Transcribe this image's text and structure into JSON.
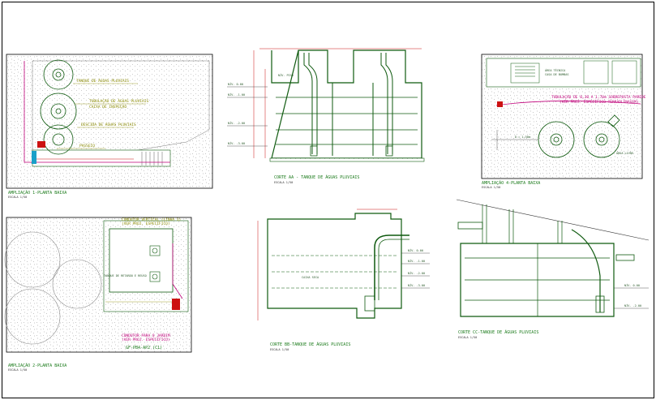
{
  "colors": {
    "background": "#ffffff",
    "frame": "#000000",
    "structure": "#0f5a0f",
    "hatch": "#9a9a9a",
    "magenta": "#c0007a",
    "red": "#cc1111",
    "yellow_green": "#8a8a00",
    "cyan": "#1aa0c8"
  },
  "panels": {
    "amp1": {
      "title": "AMPLIAÇÃO 1-PLANTA BAIXA",
      "subtitle": "ESCALA 1/50",
      "notes": [
        "TANQUE DE ÁGUAS PLUVIAIS",
        "TUBULAÇÃO DE ÁGUAS PLUVIAIS",
        "CAIXA DE INSPEÇÃO",
        "DESCIDA DE ÁGUAS PLUVIAIS",
        "PASSEIO"
      ]
    },
    "corteAA": {
      "title": "CORTE AA - TANQUE DE ÁGUAS PLUVIAIS",
      "subtitle": "ESCALA 1/50",
      "label_top": "NÍV. PISO",
      "levels": [
        "NÍV. 0.00",
        "NÍV. -1.00",
        "NÍV. -2.00",
        "NÍV. -3.00"
      ]
    },
    "amp4": {
      "title": "AMPLIAÇÃO 4-PLANTA BAIXA",
      "subtitle": "ESCALA 1/50",
      "note_magenta": "TUBULAÇÃO DE 0,30 A 1,70m SOBREPOSTA PAREDE",
      "note_magenta2": "(VER PROJ. ESPECÍFICO TERRAPLENAGEM)",
      "note_room": "ÁREA TÉCNICA",
      "note_room2": "CASA DE BOMBAS",
      "note_r": "D = 1,50m",
      "note_right": "ÁREA LIVRE"
    },
    "amp2": {
      "title": "AMPLIAÇÃO 2-PLANTA BAIXA",
      "subtitle": "ESCALA 1/50",
      "note_tank": "TANQUE DE RETARDO E REÚSO",
      "note_top": "CONDUTOR VERTICAL (LINHA 1)",
      "note_top2": "(VER PROJ. ESPECÍFICO)",
      "note_bottom": "CONDUTOR PARA O JARDIM",
      "note_bottom2": "(VER PROJ. ESPECÍFICO)",
      "note_code": "GF-PB4-AP2 (C1)"
    },
    "corteBB": {
      "title": "CORTE BB-TANQUE DE ÁGUAS PLUVIAIS",
      "subtitle": "ESCALA 1/50",
      "inner": "CAIXA SECA",
      "levels": [
        "NÍV. 0.00",
        "NÍV. -1.00",
        "NÍV. -2.00",
        "NÍV. -3.00"
      ]
    },
    "corteCC": {
      "title": "CORTE CC-TANQUE DE ÁGUAS PLUVIAIS",
      "subtitle": "ESCALA 1/50",
      "levels": [
        "NÍV. 0.00",
        "NÍV. -2.00"
      ]
    }
  }
}
